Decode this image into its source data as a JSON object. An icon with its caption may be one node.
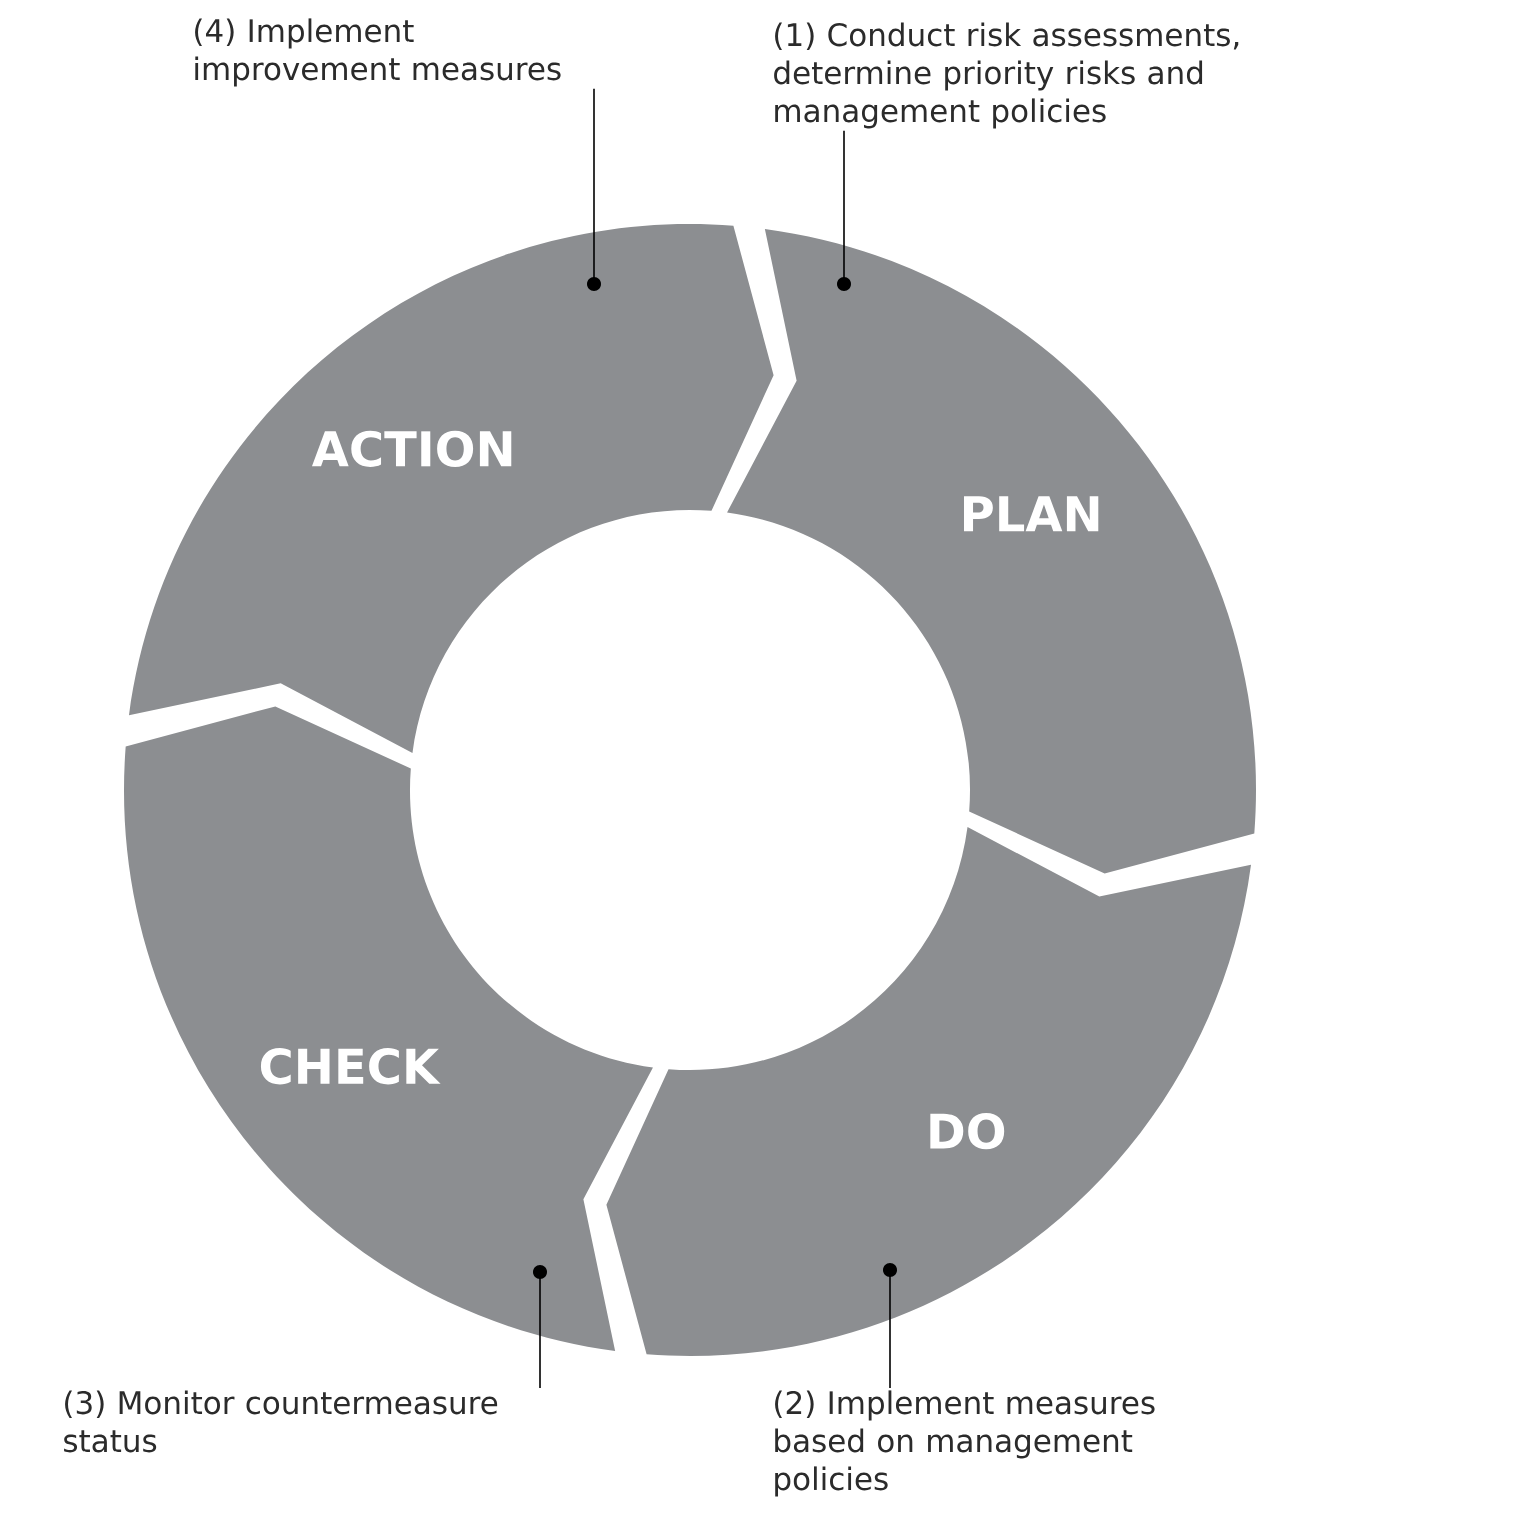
{
  "diagram": {
    "nodes": [
      {
        "text": [
          "PLAN"
        ]
      },
      {
        "text": [
          "DO"
        ]
      },
      {
        "text": [
          "CHECK"
        ]
      },
      {
        "text": [
          "ACTION"
        ]
      },
      {
        "text": [
          "(1) Conduct risk assessments, determine priority risks and management policies"
        ]
      },
      {
        "text": [
          "(2) Implement measures based on management policies"
        ]
      },
      {
        "text": [
          "(3) Monitor countermeasure status"
        ]
      },
      {
        "text": [
          "(4) Implement improvement measures"
        ]
      }
    ],
    "edges": [
      {
        "from": 4,
        "to": 0,
        "arrow": "other"
      },
      {
        "from": 5,
        "to": 1,
        "arrow": "other"
      },
      {
        "from": 6,
        "to": 2,
        "arrow": "other"
      },
      {
        "from": 7,
        "to": 3,
        "arrow": "other"
      }
    ]
  }
}
